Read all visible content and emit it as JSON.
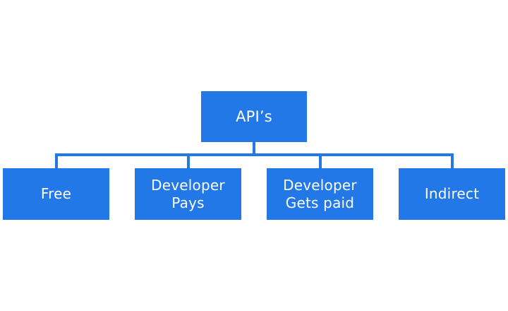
{
  "diagram": {
    "root": {
      "label": "API’s"
    },
    "children": [
      {
        "label": "Free"
      },
      {
        "label": "Developer\nPays"
      },
      {
        "label": "Developer\nGets paid"
      },
      {
        "label": "Indirect"
      }
    ]
  },
  "colors": {
    "node_fill": "#2178e6",
    "connector": "#2178e6",
    "text": "#ffffff",
    "background": "#ffffff"
  }
}
